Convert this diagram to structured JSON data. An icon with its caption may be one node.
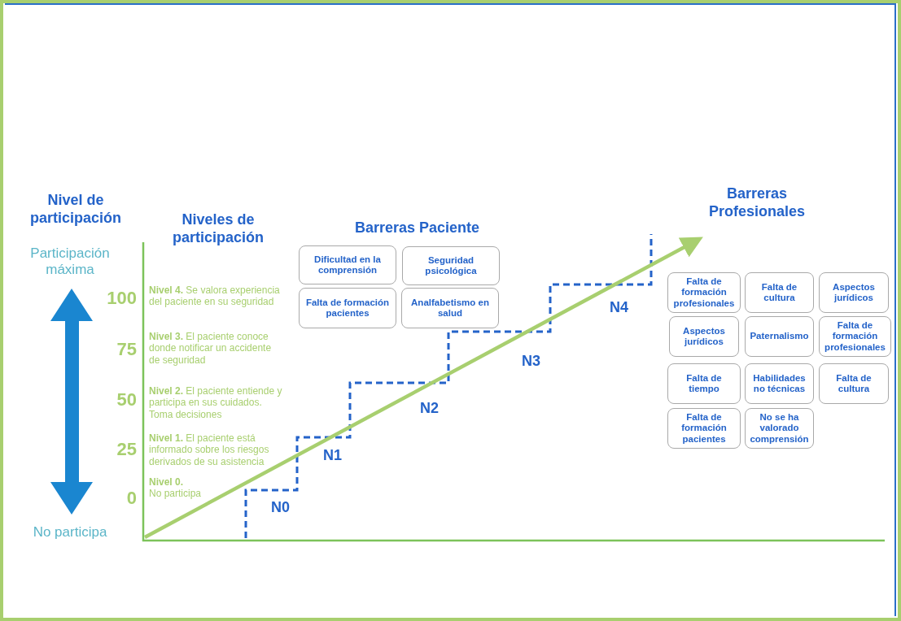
{
  "diagram": {
    "nodes": [
      {
        "text": [
          "Dificultad en la comprensión"
        ]
      },
      {
        "text": [
          "Seguridad psicológica"
        ]
      },
      {
        "text": [
          "Falta de formación pacientes"
        ]
      },
      {
        "text": [
          "Analfabetismo en salud"
        ]
      },
      {
        "text": [
          "Falta de formación profesionales"
        ]
      },
      {
        "text": [
          "Falta de cultura"
        ]
      },
      {
        "text": [
          "Aspectos jurídicos"
        ]
      },
      {
        "text": [
          "Aspectos jurídicos"
        ]
      },
      {
        "text": [
          "Paternalismo"
        ]
      },
      {
        "text": [
          "Falta de formación profesionales"
        ]
      },
      {
        "text": [
          "Falta de tiempo"
        ]
      },
      {
        "text": [
          "Habilidades no técnicas"
        ]
      },
      {
        "text": [
          "Falta de cultura"
        ]
      },
      {
        "text": [
          "Falta de formación pacientes"
        ]
      },
      {
        "text": [
          "No se ha valorado comprensión"
        ]
      }
    ],
    "labels": [
      "Nivel de participación",
      "Participación máxima",
      "100",
      "75",
      "50",
      "25",
      "0",
      "No participa",
      "Niveles de participación",
      "**Nivel 4.** Se valora experiencia del paciente en su seguridad",
      "**Nivel 3.** El paciente conoce donde notificar un accidente de seguridad",
      "**Nivel 2.** El paciente entiende y participa en sus cuidados. Toma decisiones",
      "**Nivel 1.** El paciente está informado sobre los riesgos derivados de su asistencia",
      "**Nivel 0.** No participa",
      "Barreras Paciente",
      "N0",
      "N1",
      "N2",
      "N3",
      "N4",
      "Barreras Profesionales"
    ]
  }
}
